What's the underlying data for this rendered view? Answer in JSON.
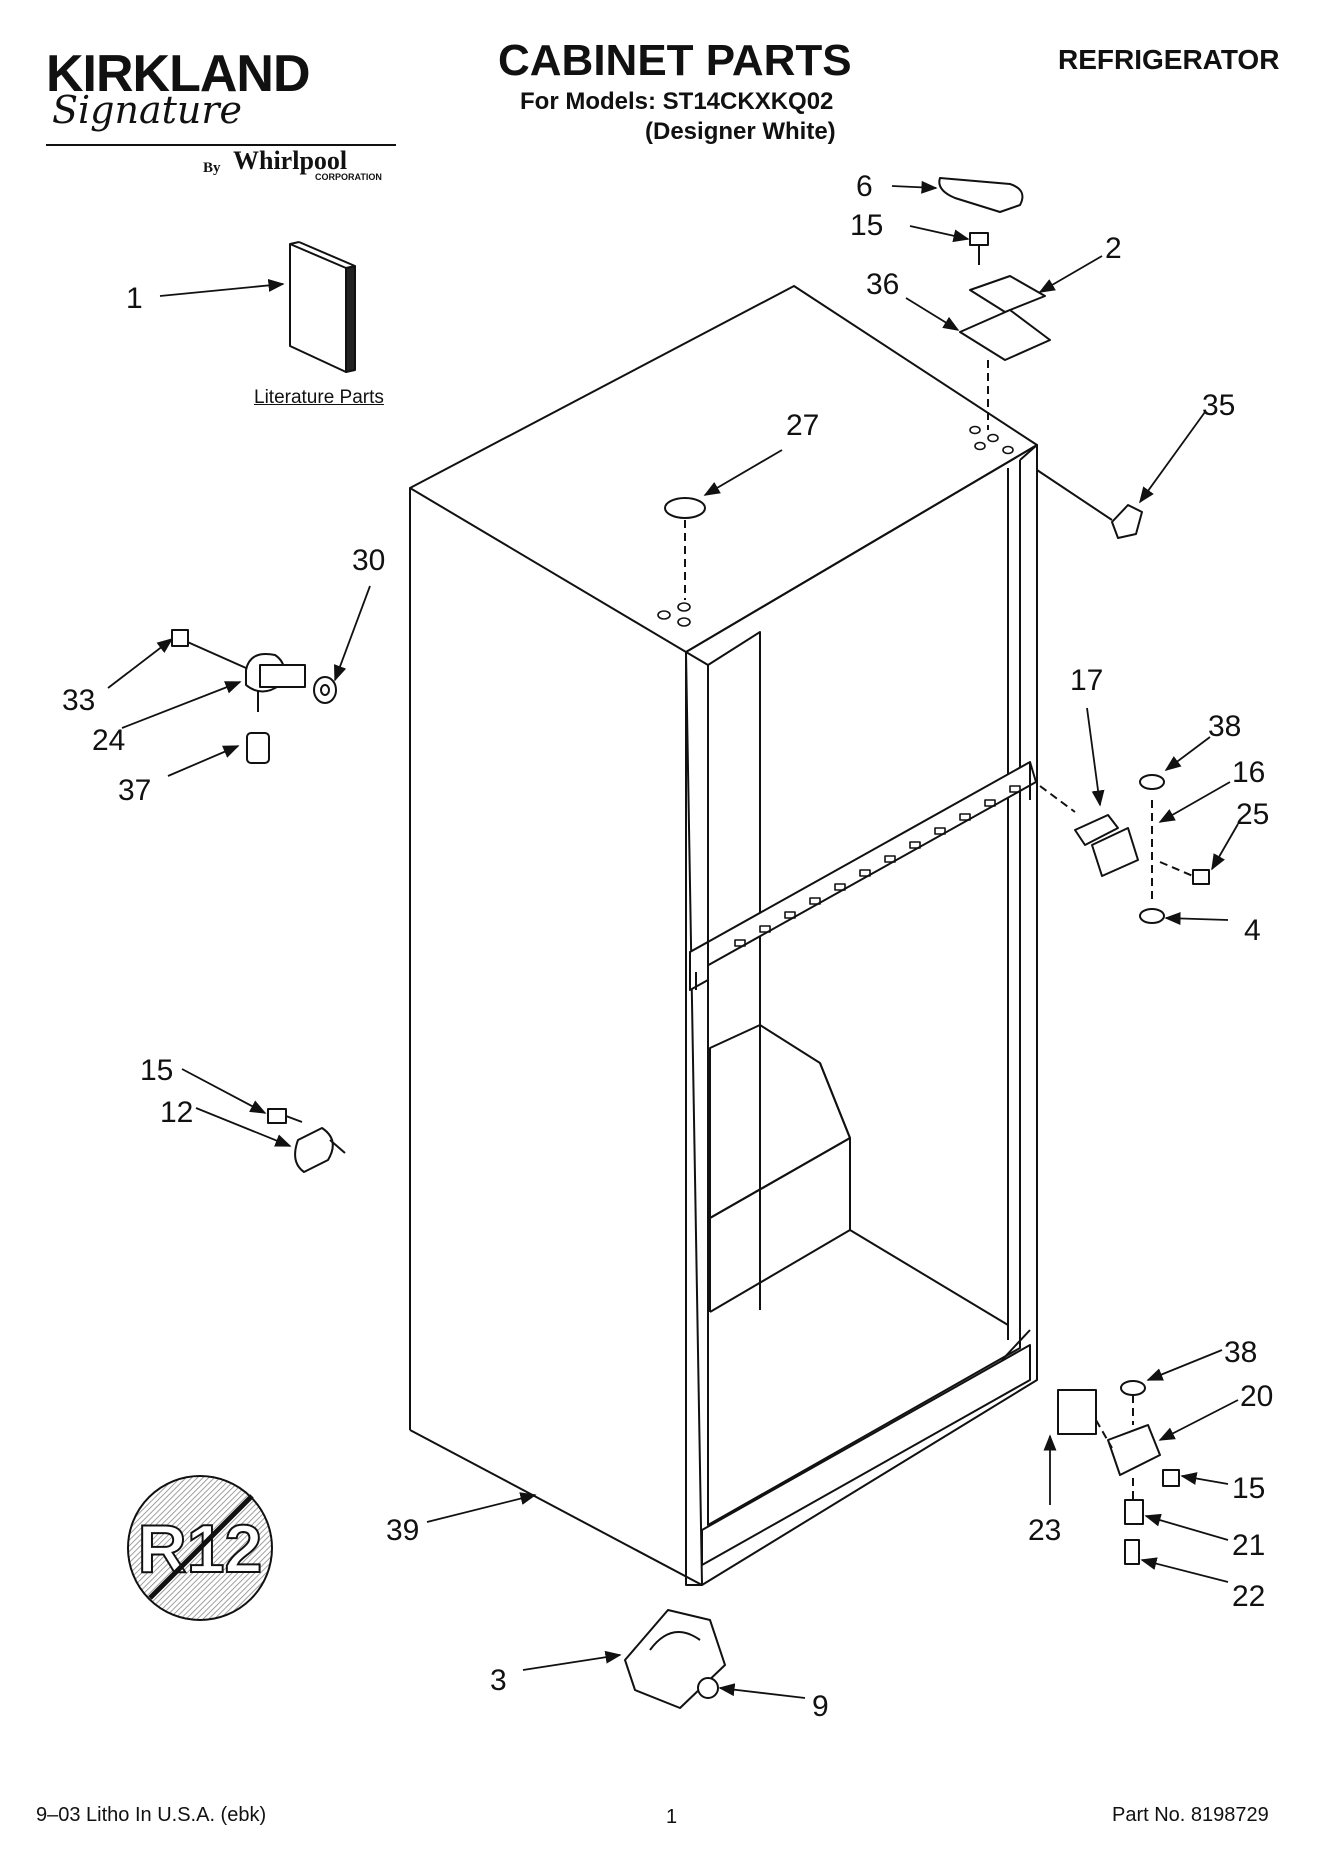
{
  "header": {
    "brand": "KIRKLAND",
    "brand_script": "Signature",
    "by_label": "By",
    "maker": "Whirlpool",
    "maker_sub": "CORPORATION",
    "title": "CABINET PARTS",
    "models_line": "For Models: ST14CKXKQ02",
    "color_line": "(Designer White)",
    "appliance": "REFRIGERATOR"
  },
  "literature_label": "Literature Parts",
  "badge_text": "R12",
  "callouts": [
    "1",
    "6",
    "15",
    "2",
    "36",
    "27",
    "35",
    "30",
    "33",
    "24",
    "37",
    "17",
    "38",
    "16",
    "25",
    "4",
    "15",
    "12",
    "38",
    "20",
    "15",
    "23",
    "21",
    "22",
    "39",
    "3",
    "9"
  ],
  "footer": {
    "left": "9–03 Litho In U.S.A. (ebk)",
    "center": "1",
    "right": "Part No. 8198729"
  }
}
